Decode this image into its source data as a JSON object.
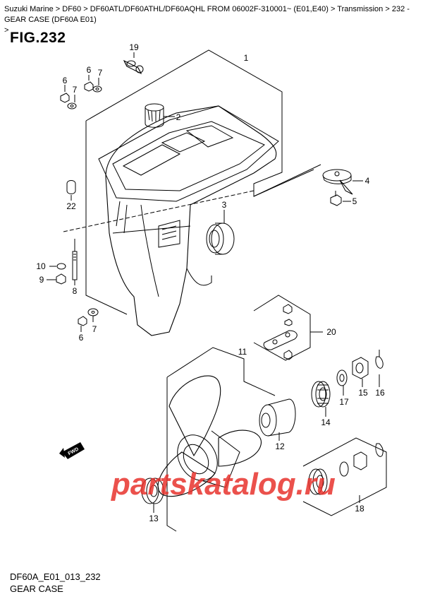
{
  "breadcrumb": {
    "items": [
      "Suzuki Marine",
      "DF60",
      "DF60ATL/DF60ATHL/DF60AQHL FROM 06002F-310001~ (E01,E40)",
      "Transmission",
      "232 - GEAR CASE (DF60A E01)"
    ],
    "separator": ">"
  },
  "figure": {
    "title": "FIG.232"
  },
  "callouts": [
    "1",
    "2",
    "3",
    "4",
    "5",
    "6",
    "7",
    "6",
    "7",
    "8",
    "9",
    "10",
    "11",
    "12",
    "13",
    "14",
    "15",
    "16",
    "17",
    "18",
    "19",
    "20",
    "22",
    "6",
    "7"
  ],
  "watermark": {
    "text": "partskatalog.ru",
    "color": "#e8322d"
  },
  "fwd_label": "FWD",
  "footer": {
    "code": "DF60A_E01_013_232",
    "name": "GEAR CASE"
  }
}
